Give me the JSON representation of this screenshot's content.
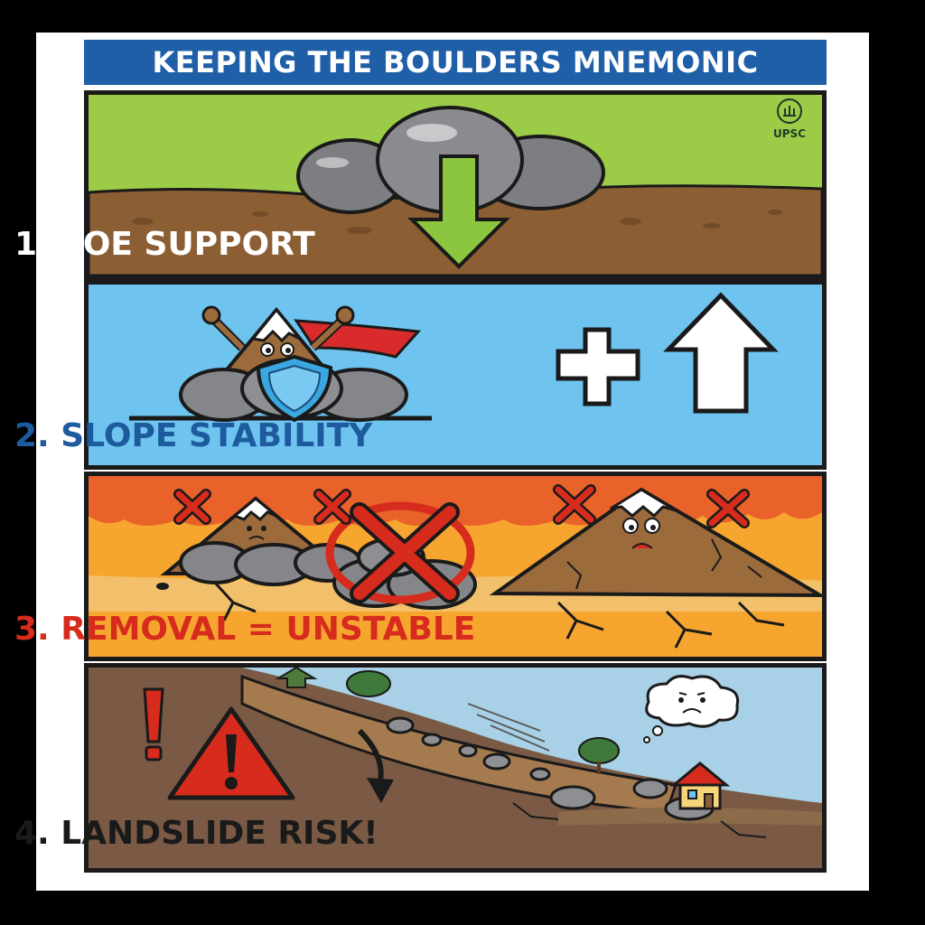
{
  "title": "KEEPING THE BOULDERS MNEMONIC",
  "logo_text": "UPSC",
  "panels": [
    {
      "label": "1. TOE SUPPORT",
      "icon": "down-arrow-icon",
      "bg": "#9ccb48",
      "label_color": "#ffffff"
    },
    {
      "label": "2. SLOPE STABILITY",
      "icon": "shield-icon",
      "bg": "#6ec4ee",
      "label_color": "#1d5a9e"
    },
    {
      "label": "3. REMOVAL = UNSTABLE",
      "icon": "cross-mark-icon",
      "bg": "#f6a52f",
      "label_color": "#d62b1d"
    },
    {
      "label": "4. LANDSLIDE RISK!",
      "icon": "warning-icon",
      "bg": "#a8d0e6",
      "label_color": "#1a1a1a"
    }
  ],
  "colors": {
    "header": "#1f5fa8",
    "ground": "#8b5e34",
    "boulder": "#808184",
    "alert": "#d62b1d"
  }
}
